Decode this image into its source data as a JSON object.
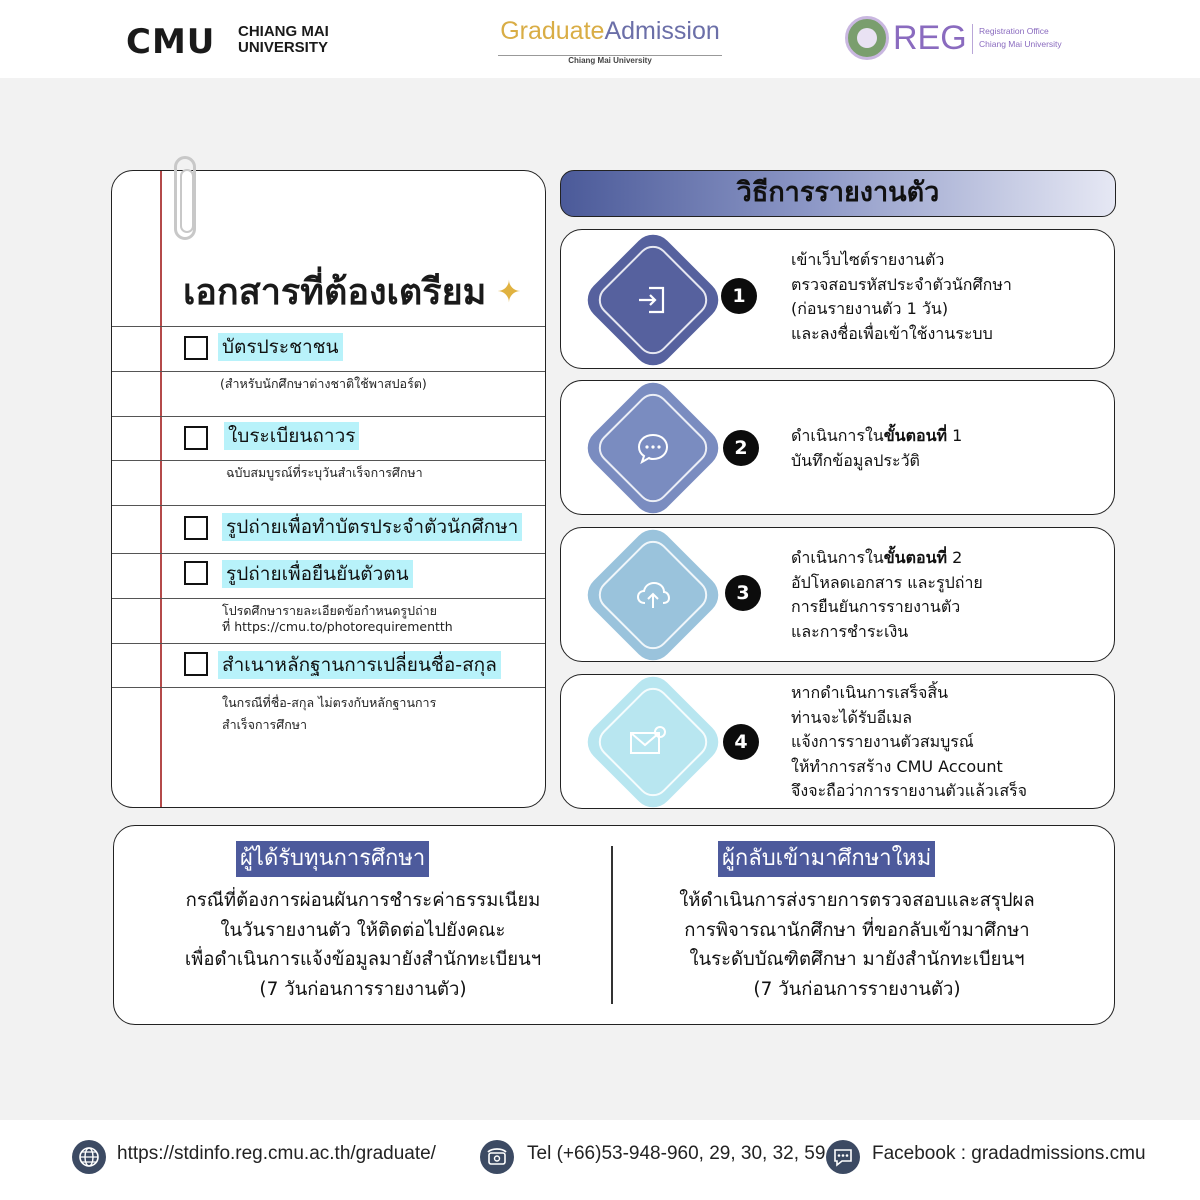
{
  "header": {
    "cmu_mark": "CMU",
    "cmu_line1": "CHIANG MAI",
    "cmu_line2": "UNIVERSITY",
    "ga_word1": "Graduate",
    "ga_word2": "Admission",
    "ga_sub": "Chiang Mai University",
    "reg_word": "REG",
    "reg_line1": "Registration Office",
    "reg_line2": "Chiang Mai University"
  },
  "documents": {
    "title": "เอกสารที่ต้องเตรียม",
    "items": [
      {
        "label": "บัตรประชาชน",
        "note": "(สำหรับนักศึกษาต่างชาติใช้พาสปอร์ต)"
      },
      {
        "label": "ใบระเบียนถาวร",
        "note": "ฉบับสมบูรณ์ที่ระบุวันสำเร็จการศึกษา"
      },
      {
        "label": "รูปถ่ายเพื่อทำบัตรประจำตัวนักศึกษา"
      },
      {
        "label": "รูปถ่ายเพื่อยืนยันตัวตน",
        "note_line1": "โปรดศึกษารายละเอียดข้อกำหนดรูปถ่าย",
        "note_line2": "ที่ https://cmu.to/photorequirementth"
      },
      {
        "label": "สำเนาหลักฐานการเปลี่ยนชื่อ-สกุล",
        "note_line1": "ในกรณีที่ชื่อ-สกุล ไม่ตรงกับหลักฐานการ",
        "note_line2": "สำเร็จการศึกษา"
      }
    ]
  },
  "steps": {
    "title": "วิธีการรายงานตัว",
    "items": [
      {
        "num": "1",
        "icon": "login-icon",
        "color": "#56619e",
        "lines": [
          "เข้าเว็บไซต์รายงานตัว",
          "ตรวจสอบรหัสประจำตัวนักศึกษา",
          "(ก่อนรายงานตัว 1 วัน)",
          "และลงชื่อเพื่อเข้าใช้งานระบบ"
        ]
      },
      {
        "num": "2",
        "icon": "chat-icon",
        "color": "#7a8cc0",
        "lines_prefix": "ดำเนินการใน",
        "lines_bold": "ขั้นตอนที่",
        "lines_suffix": " 1",
        "line2": "บันทึกข้อมูลประวัติ"
      },
      {
        "num": "3",
        "icon": "cloud-upload-icon",
        "color": "#9ac3dc",
        "lines_prefix": "ดำเนินการใน",
        "lines_bold": "ขั้นตอนที่",
        "lines_suffix": " 2",
        "line2": "อัปโหลดเอกสาร และรูปถ่าย",
        "line3": "การยืนยันการรายงานตัว",
        "line4": "และการชำระเงิน"
      },
      {
        "num": "4",
        "icon": "mail-icon",
        "color": "#b8e6f0",
        "lines": [
          "หากดำเนินการเสร็จสิ้น",
          "ท่านจะได้รับอีเมล",
          "แจ้งการรายงานตัวสมบูรณ์",
          "ให้ทำการสร้าง CMU Account",
          "จึงจะถือว่าการรายงานตัวแล้วเสร็จ"
        ]
      }
    ]
  },
  "bottom": {
    "left_head": "ผู้ได้รับทุนการศึกษา",
    "left_lines": [
      "กรณีที่ต้องการผ่อนผันการชำระค่าธรรมเนียม",
      "ในวันรายงานตัว ให้ติดต่อไปยังคณะ",
      "เพื่อดำเนินการแจ้งข้อมูลมายังสำนักทะเบียนฯ",
      "(7 วันก่อนการรายงานตัว)"
    ],
    "right_head": "ผู้กลับเข้ามาศึกษาใหม่",
    "right_lines": [
      "ให้ดำเนินการส่งรายการตรวจสอบและสรุปผล",
      "การพิจารณานักศึกษา ที่ขอกลับเข้ามาศึกษา",
      "ในระดับบัณฑิตศึกษา มายังสำนักทะเบียนฯ",
      "(7 วันก่อนการรายงานตัว)"
    ]
  },
  "footer": {
    "website": "https://stdinfo.reg.cmu.ac.th/graduate/",
    "phone": "Tel (+66)53-948-960, 29, 30, 32, 59",
    "facebook": "Facebook : gradadmissions.cmu",
    "website_icon": "globe-icon",
    "phone_icon": "phone-icon",
    "facebook_icon": "chat-bubble-icon"
  }
}
